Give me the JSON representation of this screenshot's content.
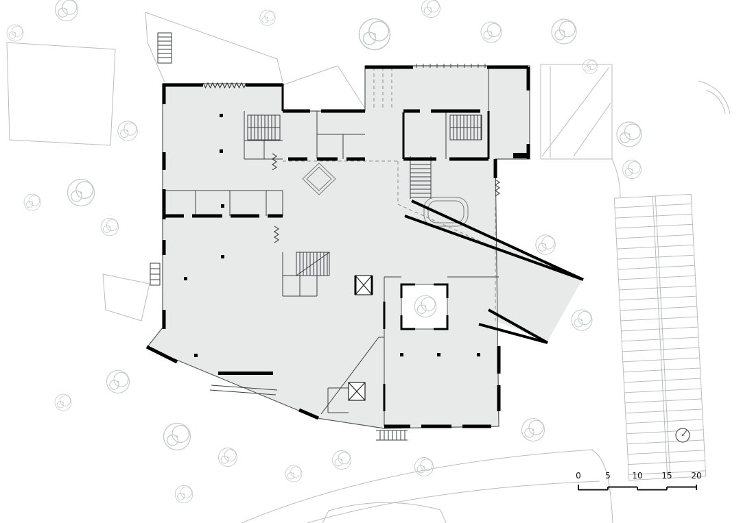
{
  "colors": {
    "background": "#ffffff",
    "floor_fill": "#e8eaea",
    "wall_black": "#000000",
    "partition_gray": "#3a3e3e",
    "detail_gray": "#777b7b",
    "site_line_gray": "#b9bcbc",
    "tree_gray": "#c6c9c9",
    "scale_text": "#111111"
  },
  "scale_bar": {
    "labels": [
      "0",
      "5",
      "10",
      "15",
      "20"
    ]
  },
  "north_indicator": {
    "icon": "compass-clock-icon"
  }
}
